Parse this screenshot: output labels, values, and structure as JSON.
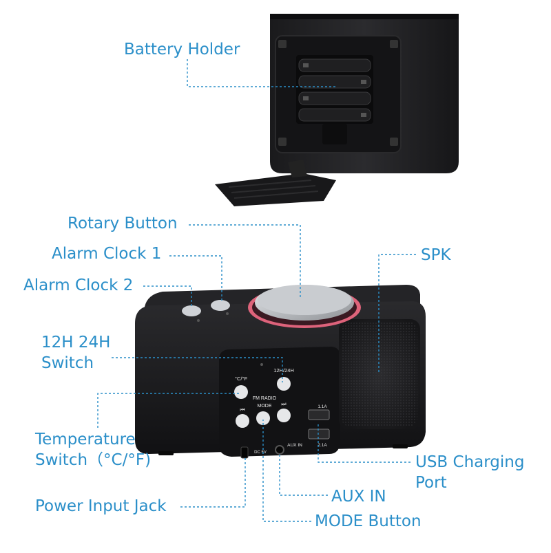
{
  "colors": {
    "callout_text": "#2b8fc9",
    "leader_line": "#2b8fc9",
    "device_body": "#1c1c1e",
    "knob_silver": "#b9bcc0",
    "knob_ring": "#ff6e8a"
  },
  "labels": {
    "battery_holder": "Battery Holder",
    "rotary_button": "Rotary Button",
    "alarm_clock_1": "Alarm Clock 1",
    "alarm_clock_2": "Alarm Clock 2",
    "switch_12h_24h": [
      "12H 24H",
      "Switch"
    ],
    "temperature_switch": [
      "Temperature",
      "Switch（°C/°F)"
    ],
    "power_input_jack": "Power Input Jack",
    "spk": "SPK",
    "usb_charging_port": [
      "USB Charging",
      "Port"
    ],
    "aux_in": "AUX IN",
    "mode_button": "MODE Button"
  },
  "device_markings": {
    "clock_format": "12H/24H",
    "temp_unit": "°C/°F",
    "fm_radio": "FM RADIO",
    "mode": "MODE",
    "usb_top": "1.1A",
    "usb_bottom": "2.1A",
    "aux_in": "AUX IN",
    "dc_in": "DC 5V"
  }
}
